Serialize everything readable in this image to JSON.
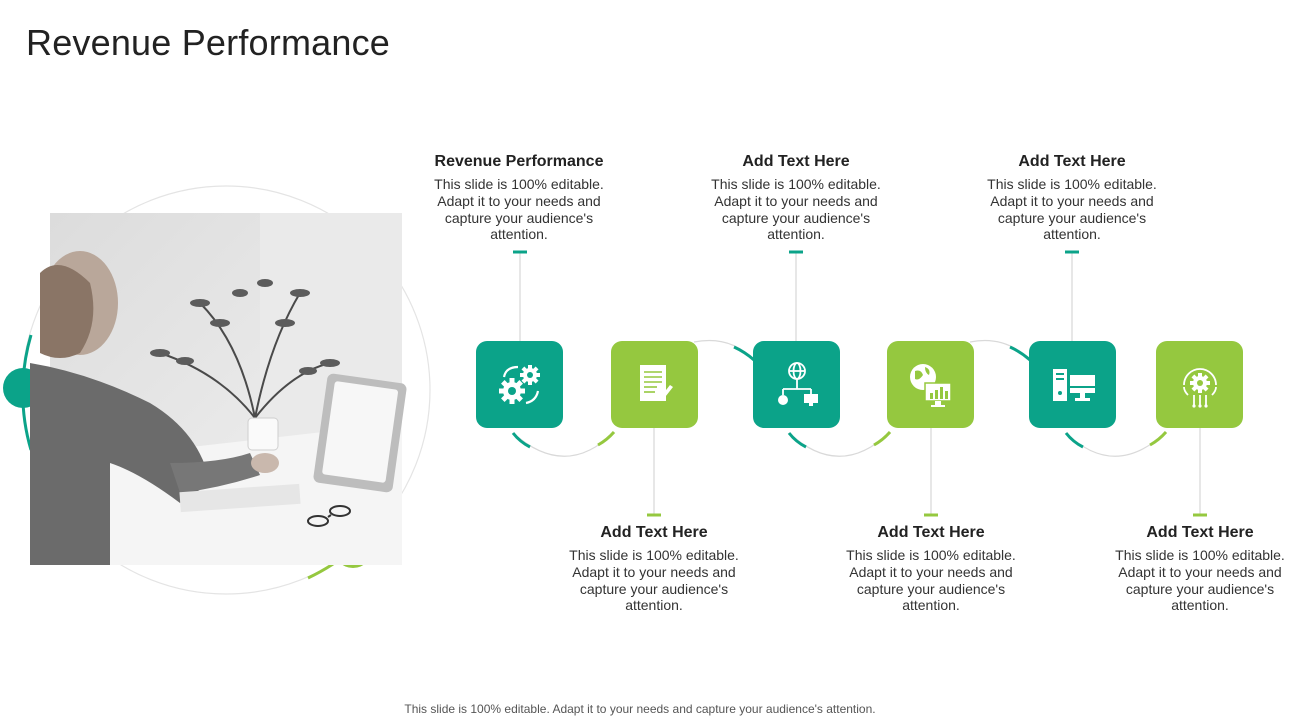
{
  "page": {
    "title": "Revenue Performance",
    "footer": "This slide is 100% editable. Adapt it to your needs and capture your audience's attention."
  },
  "colors": {
    "teal": "#0ba389",
    "lime": "#95c83f"
  },
  "steps": [
    {
      "heading": "Revenue Performance",
      "body": "This slide is 100% editable. Adapt it to your needs and capture your audience's attention.",
      "icon": "gears-icon",
      "color": "teal"
    },
    {
      "heading": "Add  Text Here",
      "body": "This slide is 100% editable. Adapt it to your needs and capture your audience's attention.",
      "icon": "document-icon",
      "color": "lime"
    },
    {
      "heading": "Add  Text Here",
      "body": "This slide is 100% editable. Adapt it to your needs and capture your audience's attention.",
      "icon": "network-icon",
      "color": "teal"
    },
    {
      "heading": "Add  Text Here",
      "body": "This slide is 100% editable. Adapt it to your needs and capture your audience's attention.",
      "icon": "globe-analytics-icon",
      "color": "lime"
    },
    {
      "heading": "Add  Text Here",
      "body": "This slide is 100% editable. Adapt it to your needs and capture your audience's attention.",
      "icon": "computer-icon",
      "color": "teal"
    },
    {
      "heading": "Add  Text Here",
      "body": "This slide is 100% editable. Adapt it to your needs and capture your audience's attention.",
      "icon": "ai-gear-icon",
      "color": "lime"
    }
  ]
}
